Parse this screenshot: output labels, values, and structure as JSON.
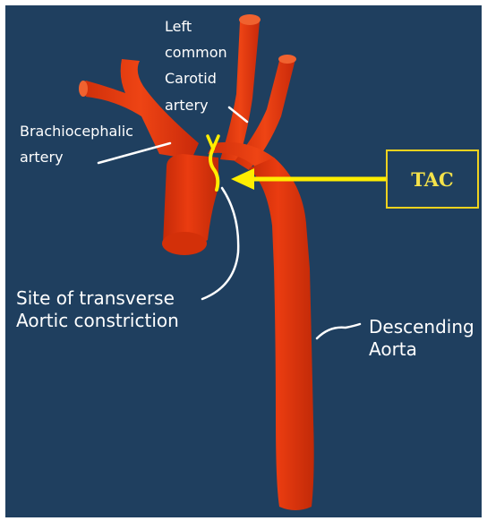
{
  "labels": {
    "left_common_carotid": [
      "Left",
      "common",
      "Carotid",
      "artery"
    ],
    "brachiocephalic": [
      "Brachiocephalic",
      "artery"
    ],
    "site_tac": [
      "Site of transverse",
      "Aortic constriction"
    ],
    "descending_aorta": [
      "Descending",
      "Aorta"
    ],
    "tac_box": "TAC"
  },
  "colors": {
    "background": "#1f3f5f",
    "aorta": "#e8380f",
    "aorta_shade": "#c52a08",
    "aorta_light": "#f2582a",
    "annotation": "#ffffff",
    "tac_highlight": "#ffee00",
    "tac_box_fill": "#1f3f5f",
    "tac_box_border": "#f0d21e",
    "tac_text": "#f4e24a"
  }
}
